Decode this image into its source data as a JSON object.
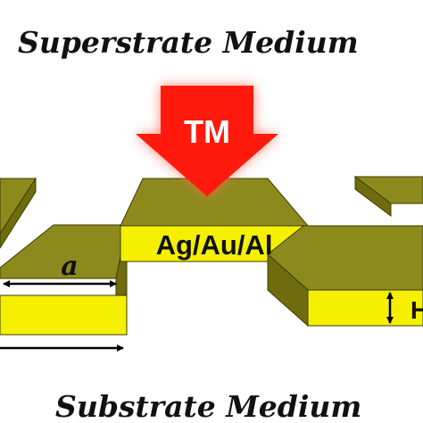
{
  "superstrate_label": "Superstrate Medium",
  "substrate_label": "Substrate Medium",
  "polarization_label": "TM",
  "metal_label": "Ag/Au/Al",
  "width_symbol": "a",
  "height_symbol": "H",
  "colors": {
    "metal_top": "#8c8a1c",
    "metal_side": "#6e6c0c",
    "metal_front": "#f4f000",
    "arrow": "#ff1a0d",
    "arrow_glow": "#ff6a55",
    "text": "#111111"
  }
}
